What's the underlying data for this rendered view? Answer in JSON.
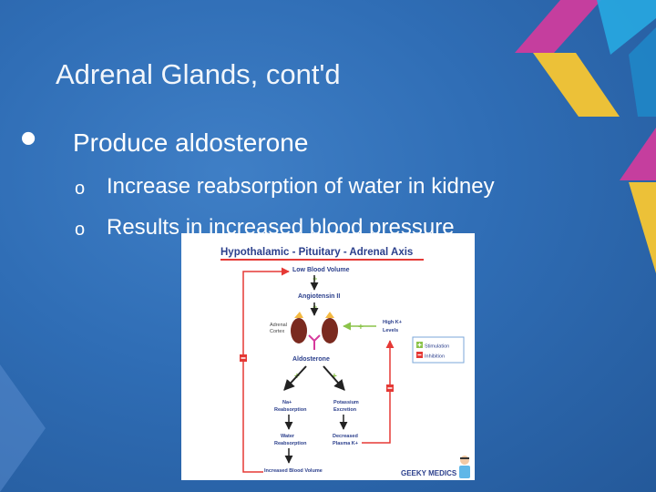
{
  "slide": {
    "title": "Adrenal Glands, cont'd",
    "bullet": "Produce aldosterone",
    "sub_marker": "o",
    "sub_bullets": [
      "Increase reabsorption of water in kidney",
      "Results in increased blood pressure"
    ]
  },
  "figure": {
    "heading": "Hypothalamic - Pituitary - Adrenal Axis",
    "nodes": {
      "low_bp": "Low Blood Volume",
      "ang": "Angiotensin II",
      "adrenal_line1": "Adrenal",
      "adrenal_line2": "Cortex",
      "highk_line1": "High K+",
      "highk_line2": "Levels",
      "aldo": "Aldosterone",
      "na_line1": "Na+",
      "na_line2": "Reabsorption",
      "k_line1": "Potassium",
      "k_line2": "Excretion",
      "water_line1": "Water",
      "water_line2": "Reabsorption",
      "dec_line1": "Decreased",
      "dec_line2": "Plasma K+",
      "inc_bv": "Increased Blood Volume"
    },
    "legend": {
      "stim": "Stimulation",
      "inhib": "Inhibition"
    },
    "logo": "GEEKY MEDICS"
  },
  "colors": {
    "accent_red": "#e53935",
    "arrow_green": "#8bc34a",
    "arrow_dark": "#222222",
    "heading_blue": "#2b3f8c",
    "deco_magenta": "#d63a9c",
    "deco_yellow": "#f7c632",
    "deco_cyan": "#27a9e1"
  }
}
